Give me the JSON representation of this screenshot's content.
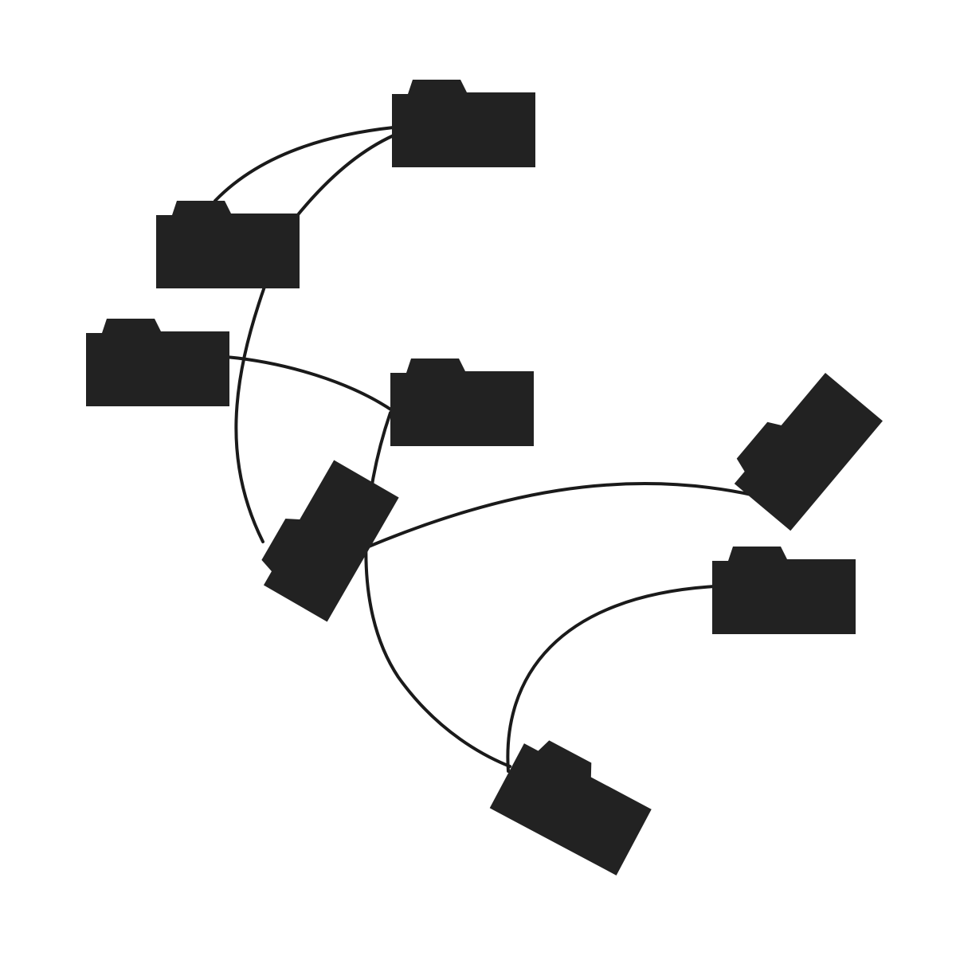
{
  "diagram": {
    "type": "network-of-folders",
    "background_color": "#ffffff",
    "folder_color": "#222222",
    "link_color": "#1a1a1a",
    "nodes": [
      {
        "id": "folder-top",
        "icon": "folder-icon"
      },
      {
        "id": "folder-upper-left",
        "icon": "folder-icon"
      },
      {
        "id": "folder-left",
        "icon": "folder-icon"
      },
      {
        "id": "folder-center",
        "icon": "folder-icon"
      },
      {
        "id": "folder-tilted-center",
        "icon": "folder-icon"
      },
      {
        "id": "folder-right-tilted",
        "icon": "folder-icon"
      },
      {
        "id": "folder-right",
        "icon": "folder-icon"
      },
      {
        "id": "folder-bottom",
        "icon": "folder-icon"
      }
    ],
    "edges": [
      {
        "from": "folder-upper-left",
        "to": "folder-top"
      },
      {
        "from": "folder-upper-left",
        "to": "folder-top"
      },
      {
        "from": "folder-upper-left",
        "to": "folder-tilted-center"
      },
      {
        "from": "folder-left",
        "to": "folder-center"
      },
      {
        "from": "folder-center",
        "to": "folder-bottom"
      },
      {
        "from": "folder-tilted-center",
        "to": "folder-right-tilted"
      },
      {
        "from": "folder-bottom",
        "to": "folder-right"
      }
    ]
  }
}
